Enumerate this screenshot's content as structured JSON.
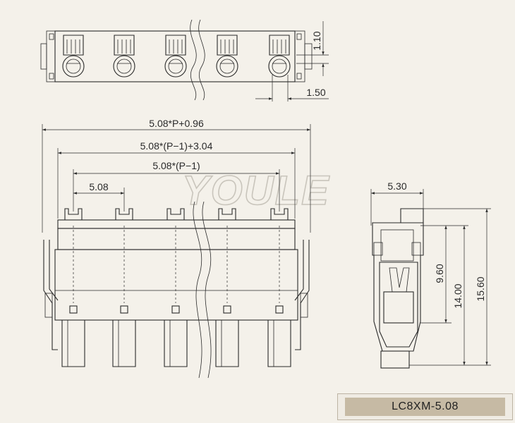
{
  "watermark": "YOULE",
  "part_label": "LC8XM-5.08",
  "top_view": {
    "dim_height": "1.10",
    "dim_width": "1.50"
  },
  "front_view": {
    "dim_total": "5.08*P+0.96",
    "dim_mid": "5.08*(P−1)+3.04",
    "dim_inner": "5.08*(P−1)",
    "dim_pitch": "5.08"
  },
  "side_view": {
    "dim_width": "5.30",
    "dim_h1": "9.60",
    "dim_h2": "14.00",
    "dim_h3": "15.60"
  }
}
